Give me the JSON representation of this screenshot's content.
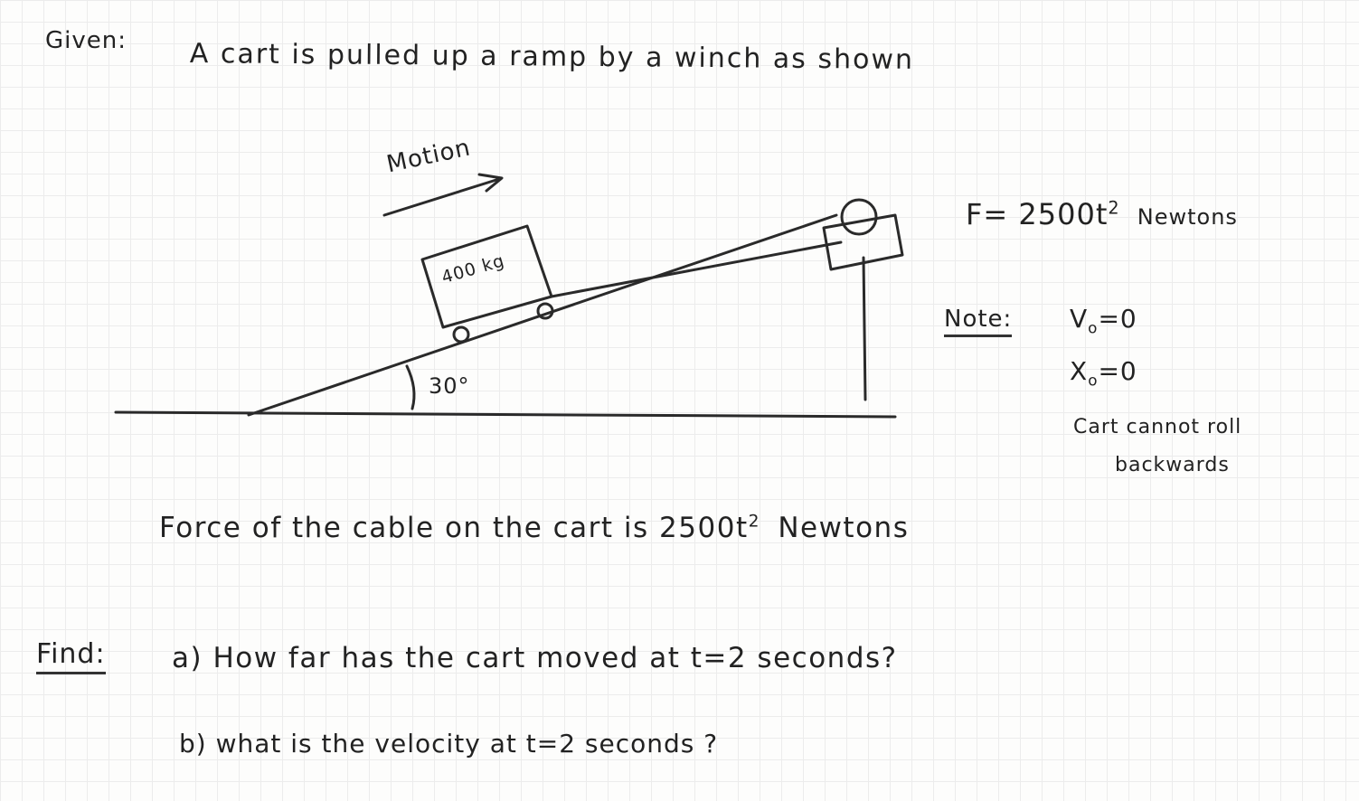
{
  "given": {
    "label": "Given:",
    "text": "A cart is pulled up a ramp by a winch as shown"
  },
  "diagram": {
    "motion_label": "Motion",
    "mass_label": "400 kg",
    "angle_label": "30°"
  },
  "force_eq": {
    "prefix": "F= 2500t",
    "exp": "2",
    "unit": "Newtons"
  },
  "note": {
    "label": "Note:",
    "v_sym": "V",
    "v_sub": "o",
    "v_rest": "=0",
    "x_sym": "X",
    "x_sub": "o",
    "x_rest": "=0",
    "line1": "Cart cannot roll",
    "line2": "backwards"
  },
  "force_statement": {
    "prefix": "Force of the cable on the cart is 2500t",
    "exp": "2",
    "unit": "Newtons"
  },
  "find": {
    "label": "Find:",
    "a": "a) How far has the cart moved at t=2 seconds?",
    "b": "b) what is the velocity at t=2 seconds ?"
  }
}
